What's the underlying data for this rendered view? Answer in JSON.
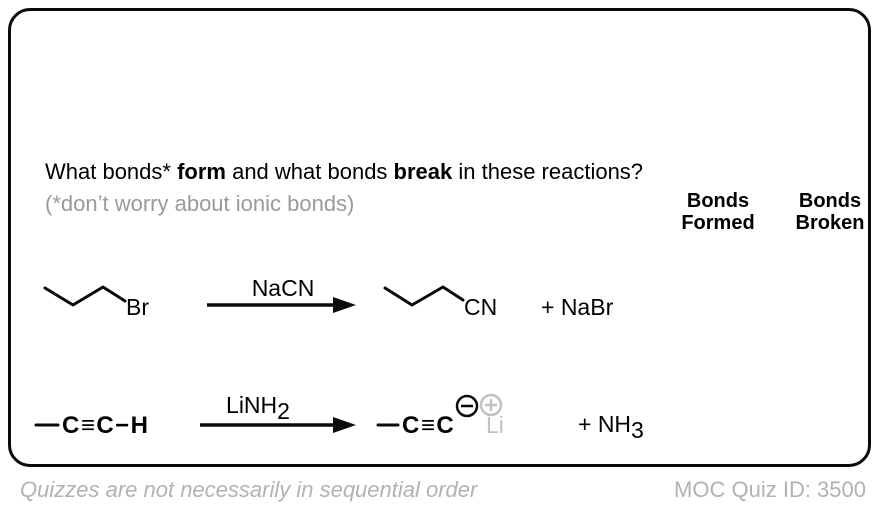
{
  "question": {
    "part1": "What bonds* ",
    "bold1": "form",
    "part2": " and what bonds ",
    "bold2": "break",
    "part3": " in these reactions?",
    "note": "(*don’t worry about ionic bonds)"
  },
  "columns": {
    "formed_line1": "Bonds",
    "formed_line2": "Formed",
    "broken_line1": "Bonds",
    "broken_line2": "Broken"
  },
  "reaction1": {
    "reactant_label": "Br",
    "reagent": "NaCN",
    "product_label": "CN",
    "byproduct": "+ NaBr"
  },
  "reaction2": {
    "reactant_formula": "C≡C−H",
    "reagent_main": "LiNH",
    "reagent_sub": "2",
    "product_formula": "C≡C",
    "counterion": "Li",
    "byproduct_main": "+ NH",
    "byproduct_sub": "3"
  },
  "footer": {
    "left": "Quizzes are not necessarily in sequential order",
    "right": "MOC Quiz ID: 3500"
  },
  "colors": {
    "ink": "#0a0a0a",
    "note_gray": "#9a9a9a",
    "counterion_gray": "#c2c2c2",
    "footer_gray": "#b2b2b2"
  }
}
